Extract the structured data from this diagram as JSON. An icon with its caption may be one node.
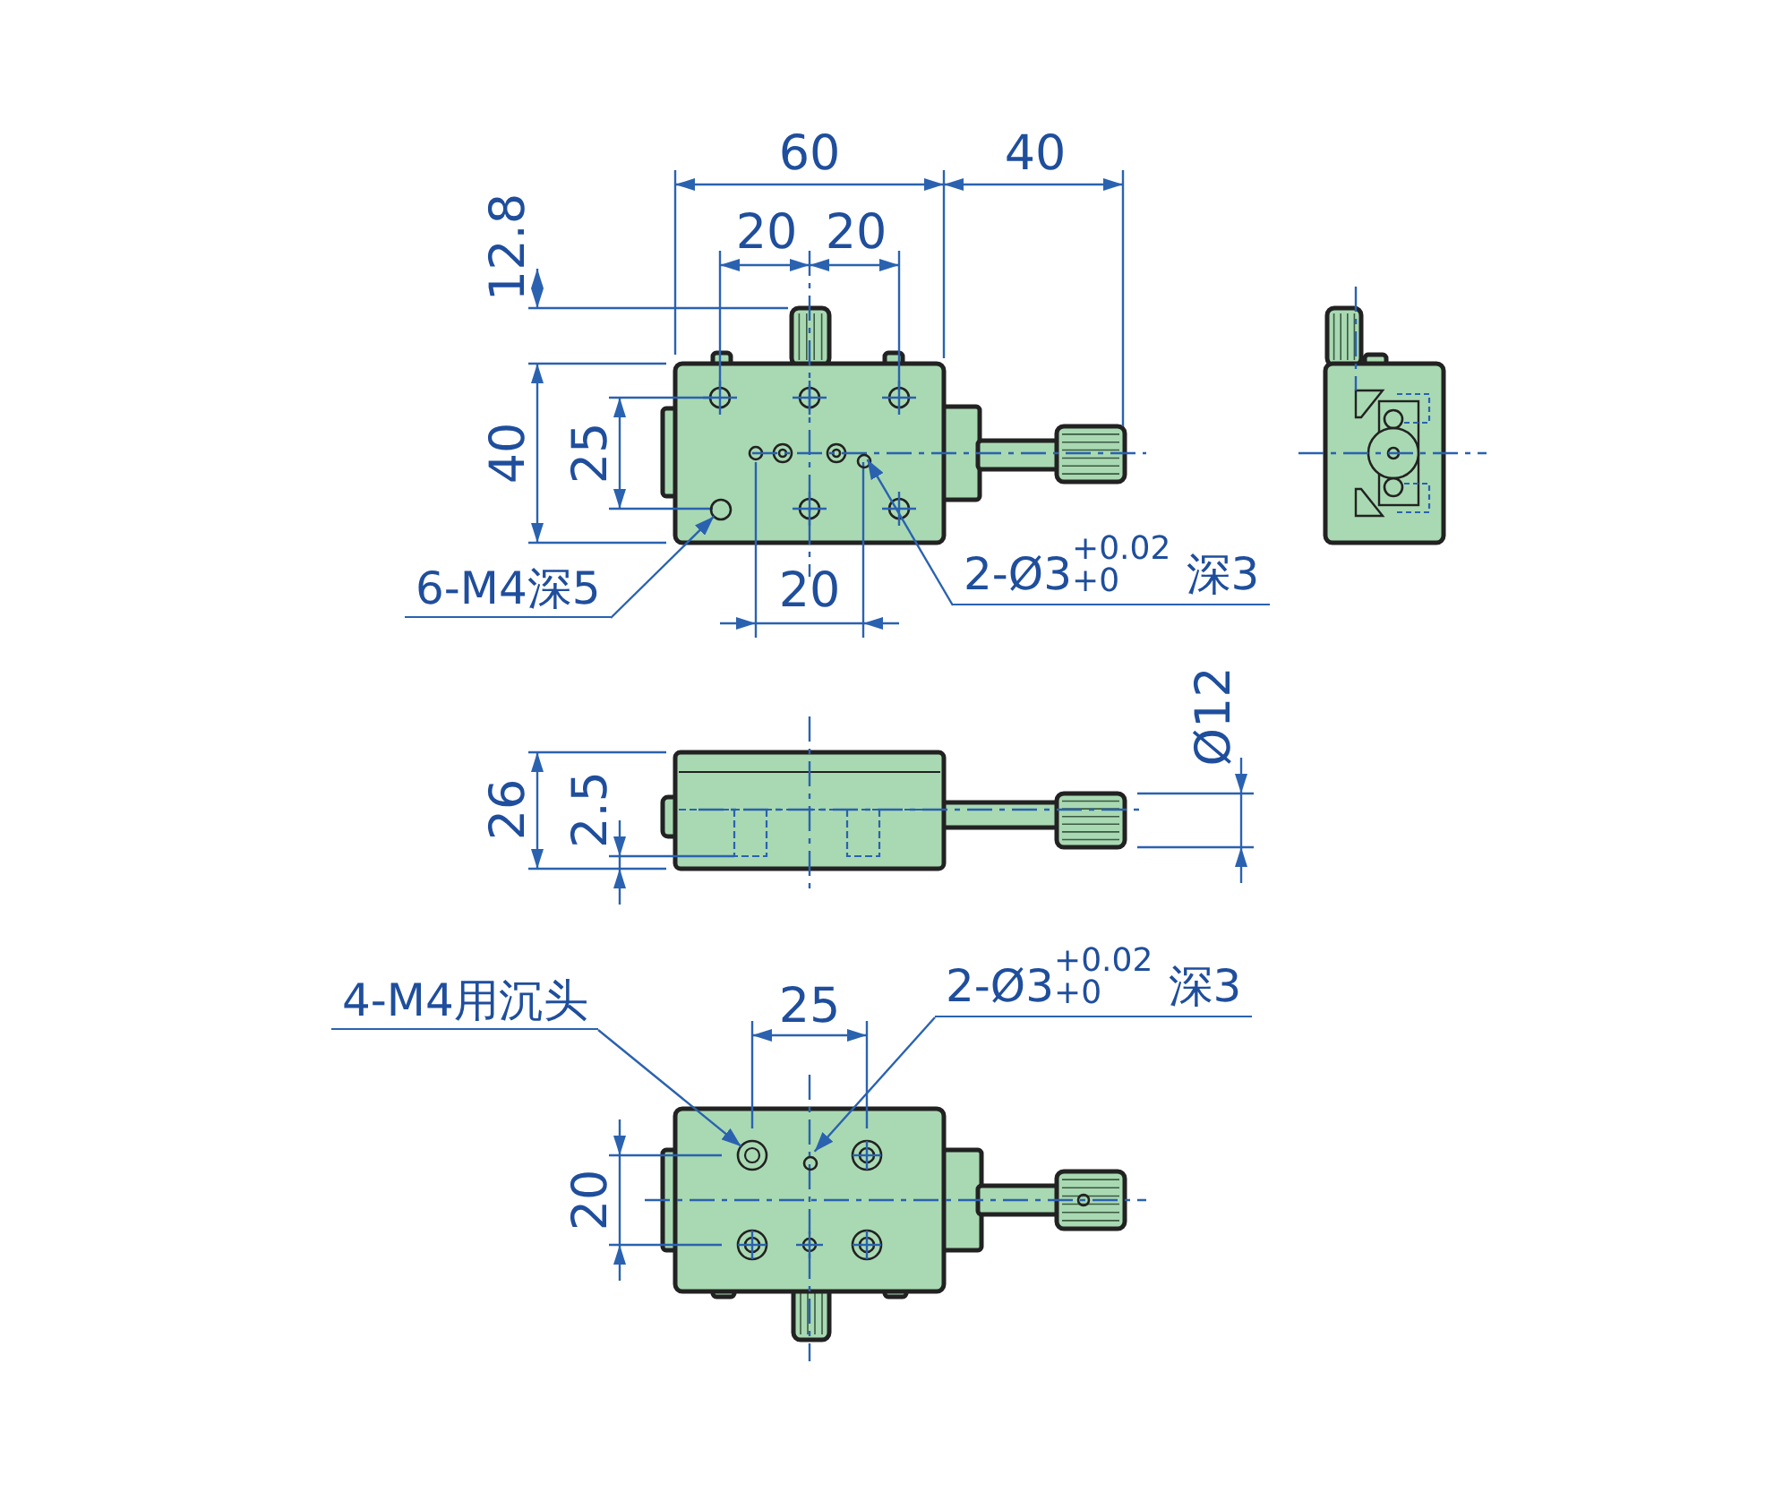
{
  "diagram": {
    "nodes": [
      {
        "text": [
          "6-M4深5"
        ]
      },
      {
        "text": [],
        "shape": "circle"
      },
      {
        "text": [
          "2-Ø3$^{+0.02}$$_{+0}$ 深3"
        ]
      },
      {
        "text": [],
        "shape": "circle"
      },
      {
        "text": [
          "4-M4用沉头"
        ]
      },
      {
        "text": [],
        "shape": "circle"
      },
      {
        "text": [
          "2-Ø3$^{+0.02}$$_{+0}$ 深3"
        ]
      },
      {
        "text": [],
        "shape": "circle"
      }
    ],
    "edges": [
      {
        "from": 0,
        "to": 1,
        "arrow": "to"
      },
      {
        "from": 2,
        "to": 3,
        "arrow": "to"
      },
      {
        "from": 4,
        "to": 5,
        "arrow": "to"
      },
      {
        "from": 6,
        "to": 7,
        "arrow": "to"
      }
    ],
    "labels": [
      "60",
      "40",
      "20",
      "20",
      "12.8",
      "40",
      "25",
      "20",
      "Ø12",
      "26",
      "2.5",
      "25",
      "20"
    ]
  }
}
